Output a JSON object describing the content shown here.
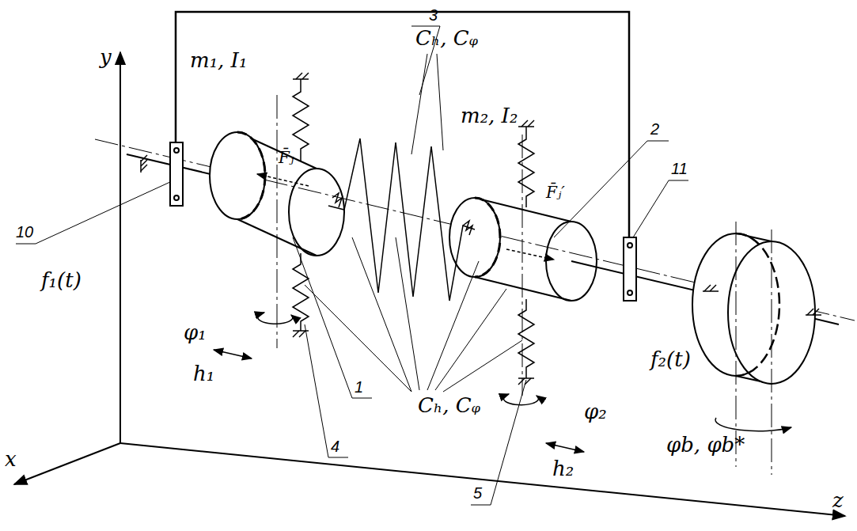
{
  "diagram": {
    "labels": [
      "y",
      "m₁, I₁",
      "3",
      "Cₕ, Cᵩ",
      "2",
      "F̄ⱼ",
      "m₂, I₂",
      "11",
      "F̄ⱼ′",
      "10",
      "f₁(t)",
      "φ₁",
      "f₂(t)",
      "φ₂",
      "h₁",
      "1",
      "4",
      "Cₕ, Cᵩ",
      "x",
      "5",
      "h₂",
      "φb, φb*",
      "z"
    ]
  }
}
